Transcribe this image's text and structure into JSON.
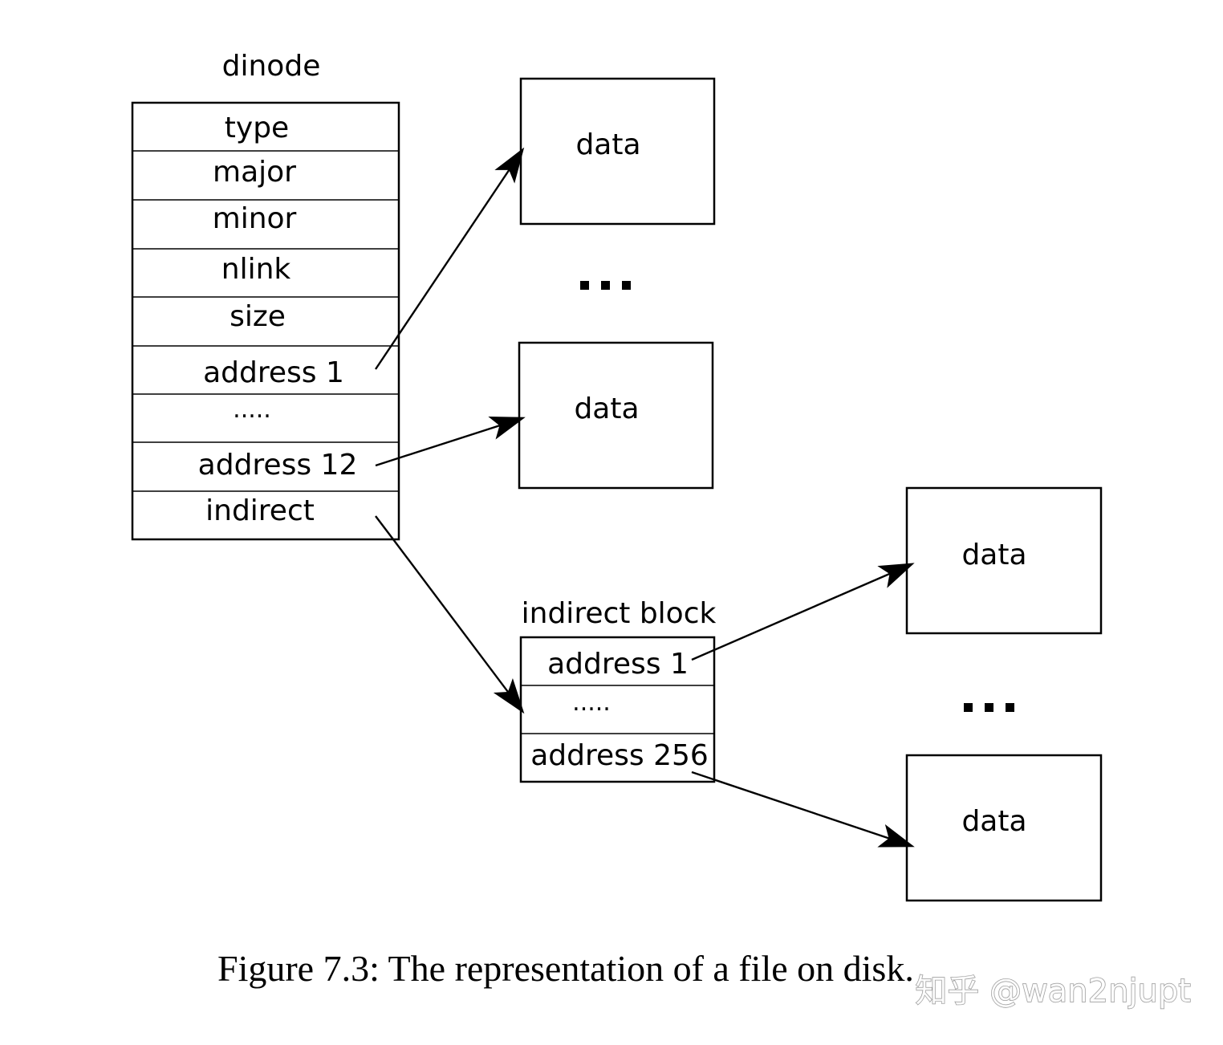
{
  "dinode": {
    "title": "dinode",
    "fields": [
      "type",
      "major",
      "minor",
      "nlink",
      "size",
      "address 1",
      ".....",
      "address 12",
      "indirect"
    ]
  },
  "indirect_block": {
    "title": "indirect block",
    "fields": [
      "address 1",
      ".....",
      "address 256"
    ]
  },
  "data_blocks": {
    "label": "data"
  },
  "caption": "Figure 7.3: The representation of a file on disk.",
  "watermark": "知乎 @wan2njupt"
}
